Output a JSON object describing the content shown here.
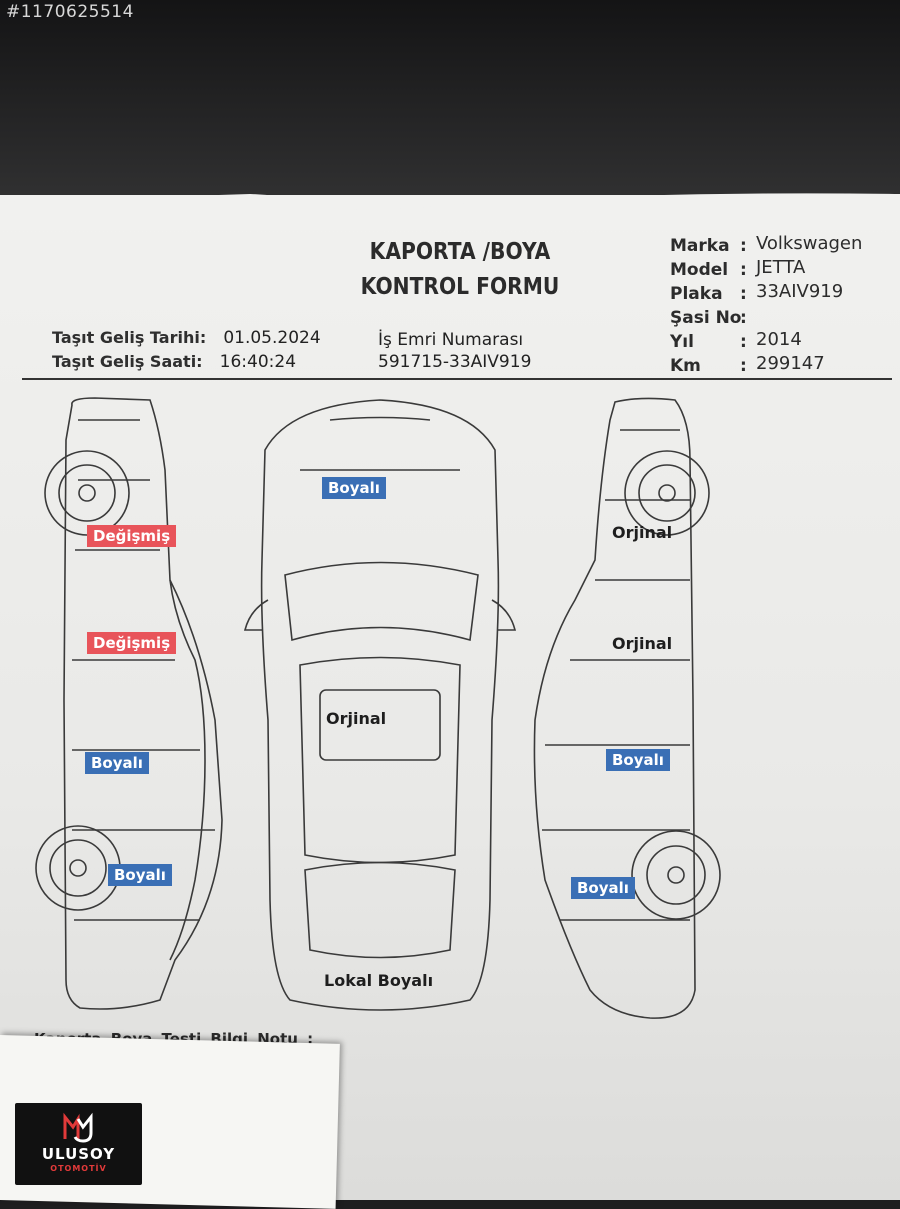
{
  "watermark_id": "#1170625514",
  "form": {
    "title_line1": "KAPORTA /BOYA",
    "title_line2": "KONTROL FORMU",
    "arrival_date_label": "Taşıt Geliş Tarihi:",
    "arrival_date": "01.05.2024",
    "arrival_time_label": "Taşıt Geliş Saati:",
    "arrival_time": "16:40:24",
    "work_order_label": "İş Emri Numarası",
    "work_order": "591715-33AIV919",
    "vehicle": {
      "marka_label": "Marka",
      "marka": "Volkswagen",
      "model_label": "Model",
      "model": "JETTA",
      "plaka_label": "Plaka",
      "plaka": "33AIV919",
      "sasi_label": "Şasi No",
      "sasi": "",
      "yil_label": "Yıl",
      "yil": "2014",
      "km_label": "Km",
      "km": "299147"
    },
    "note_label": "Kaporta  Boya  Testi  Bilgi Notu ;"
  },
  "parts": {
    "left_front_fender": "Değişmiş",
    "left_front_door": "Değişmiş",
    "left_rear_door": "Boyalı",
    "left_rear_fender": "Boyalı",
    "hood": "Boyalı",
    "roof": "Orjinal",
    "trunk": "Lokal Boyalı",
    "right_front_fender": "Orjinal",
    "right_front_door": "Orjinal",
    "right_rear_door": "Boyalı",
    "right_rear_fender": "Boyalı"
  },
  "colors": {
    "changed": "#e8545a",
    "painted": "#3a6fb5",
    "original": "#1e1e1e"
  },
  "logo": {
    "name": "ULUSOY",
    "sub": "OTOMOTİV"
  }
}
